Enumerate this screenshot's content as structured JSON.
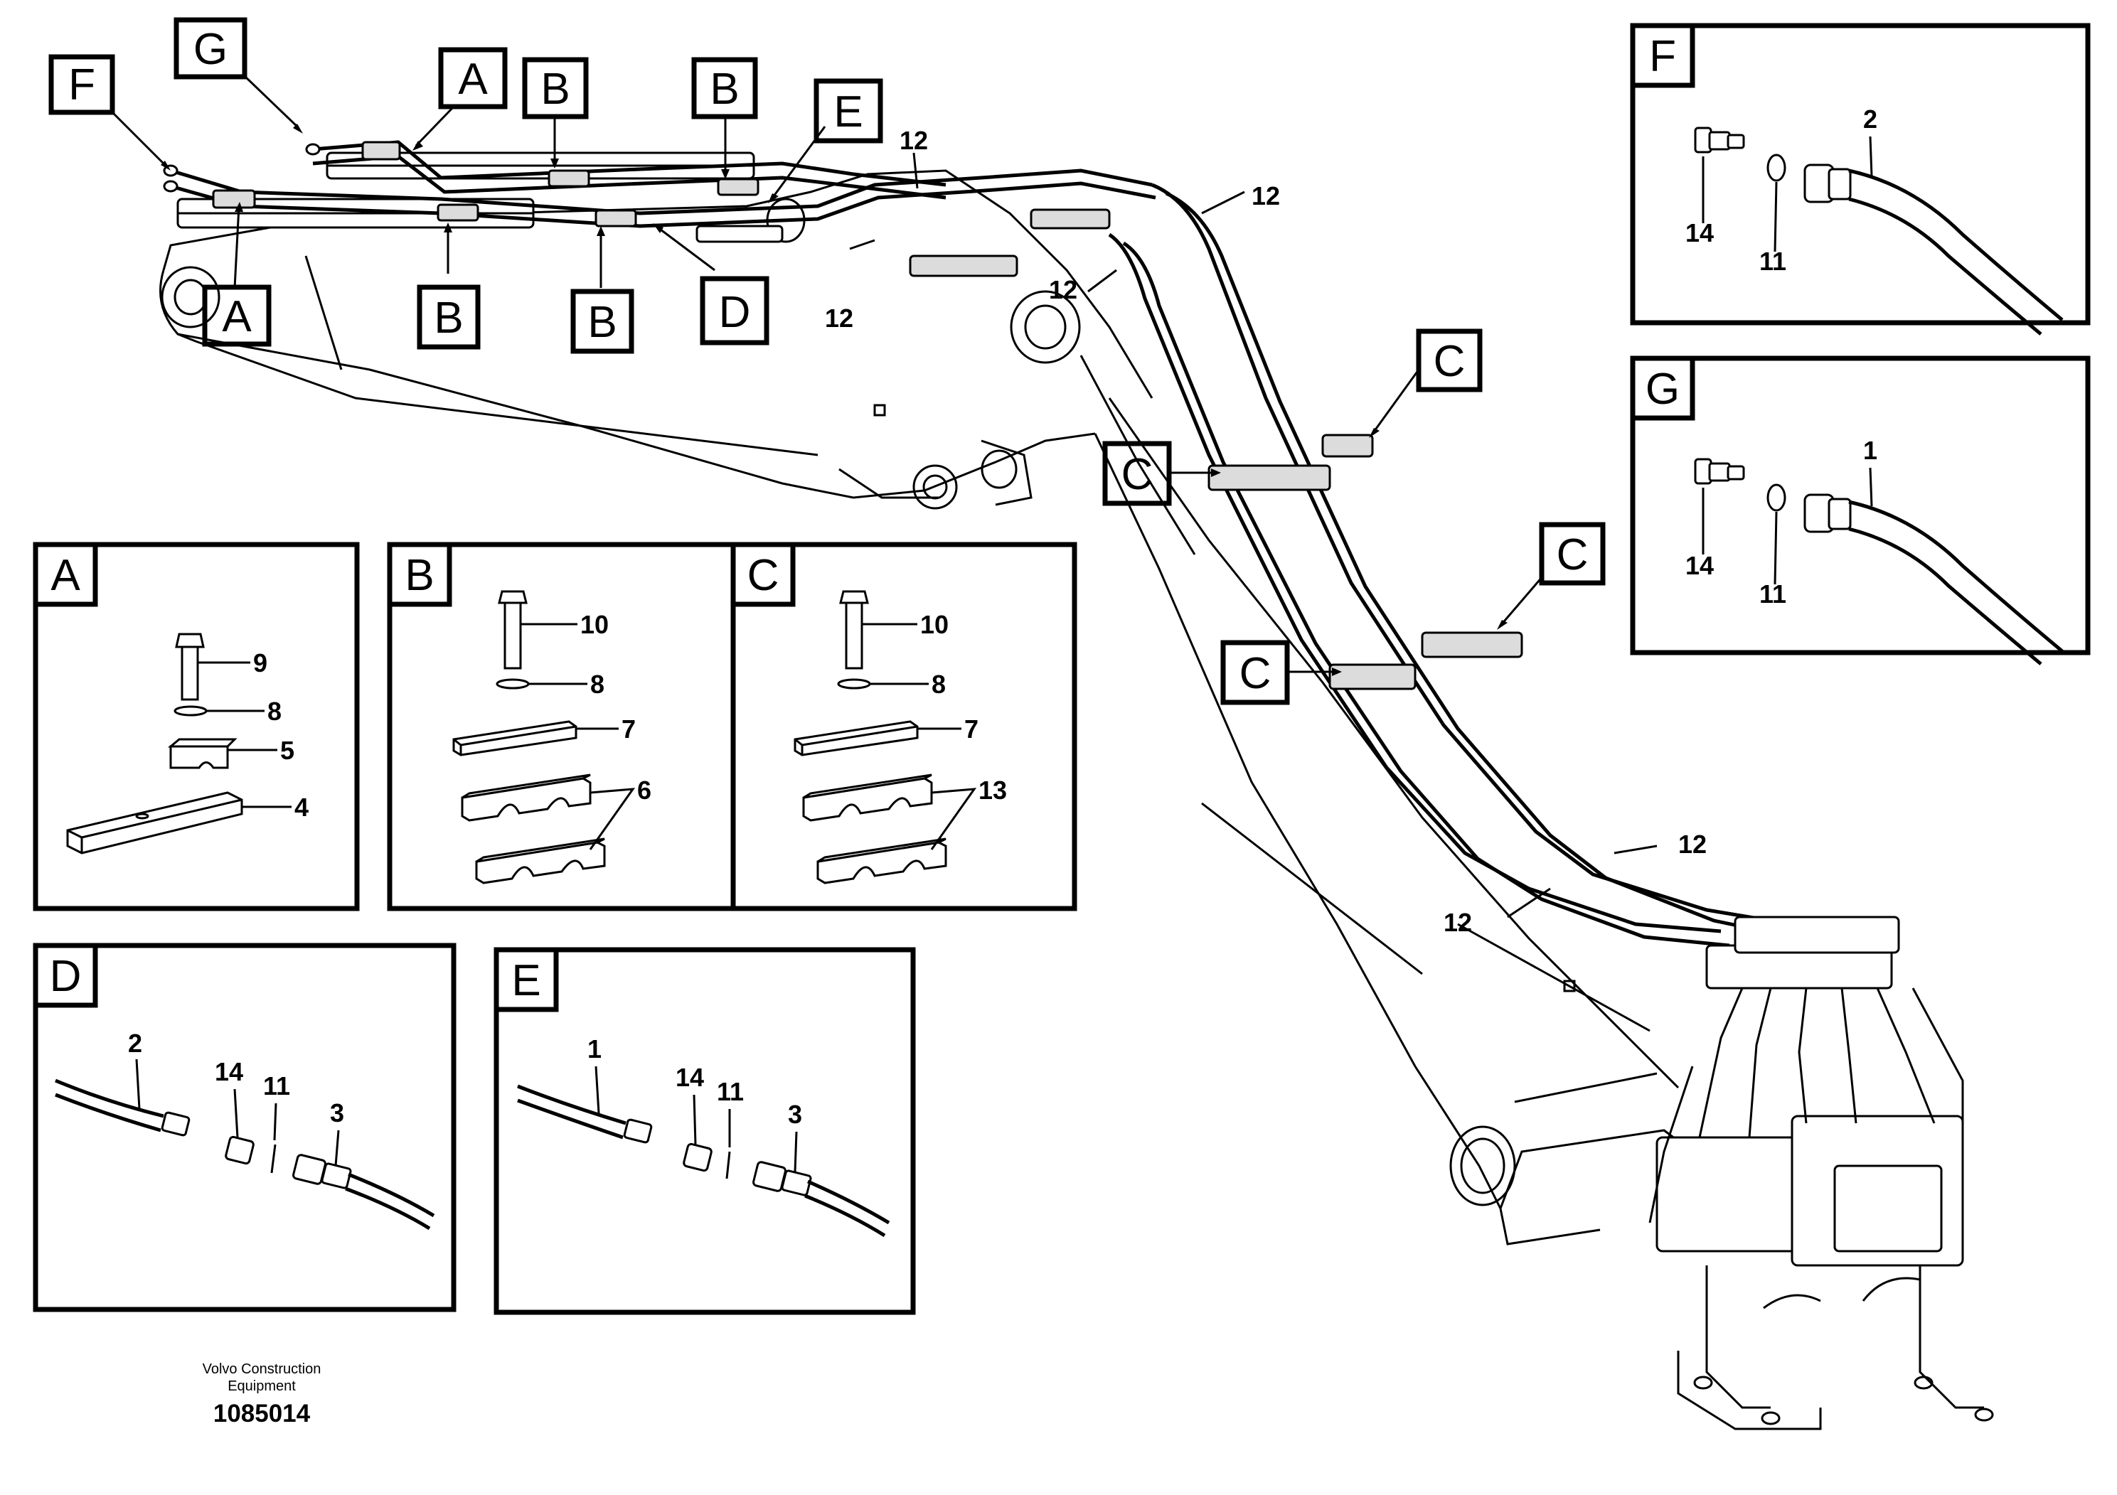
{
  "callouts": {
    "F": "F",
    "G": "G",
    "A": "A",
    "B": "B",
    "C": "C",
    "D": "D",
    "E": "E"
  },
  "panels": {
    "A": {
      "letter": "A",
      "labels": {
        "bolt": "9",
        "washer": "8",
        "clamp": "5",
        "plate": "4"
      }
    },
    "B": {
      "letter": "B",
      "labels": {
        "bolt": "10",
        "washer": "8",
        "plate": "7",
        "clamp": "6"
      }
    },
    "C": {
      "letter": "C",
      "labels": {
        "bolt": "10",
        "washer": "8",
        "plate": "7",
        "clamp": "13"
      }
    },
    "D": {
      "letter": "D",
      "labels": {
        "hose": "2",
        "nipple": "14",
        "oring": "11",
        "hose2": "3"
      }
    },
    "E": {
      "letter": "E",
      "labels": {
        "hose": "1",
        "nipple": "14",
        "oring": "11",
        "hose2": "3"
      }
    },
    "F": {
      "letter": "F",
      "labels": {
        "hose": "2",
        "nipple": "14",
        "oring": "11"
      }
    },
    "G": {
      "letter": "G",
      "labels": {
        "hose": "1",
        "nipple": "14",
        "oring": "11"
      }
    }
  },
  "main_labels": {
    "hose_tie": "12"
  },
  "footer": {
    "company_line1": "Volvo Construction",
    "company_line2": "Equipment",
    "drawing_id": "1085014"
  }
}
